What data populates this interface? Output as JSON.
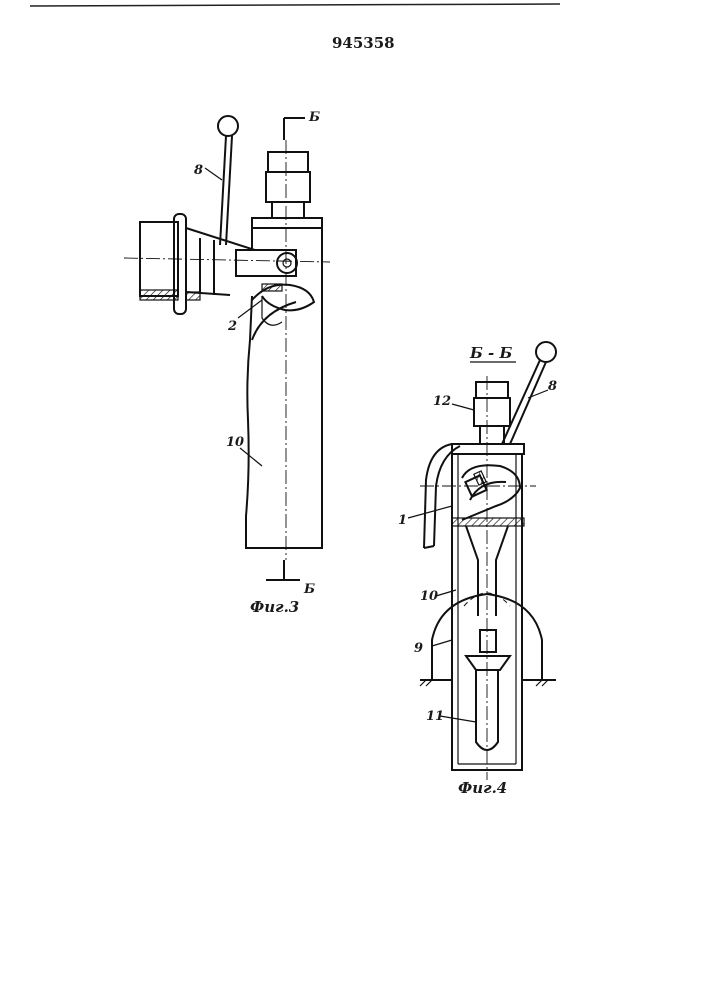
{
  "document": {
    "patent_number": "945358"
  },
  "figure3": {
    "caption": "Фиг.3",
    "section_mark_top": "Б",
    "section_mark_bottom": "Б",
    "labels": {
      "lever": "8",
      "part2": "2",
      "tube": "10"
    }
  },
  "figure4": {
    "caption": "Фиг.4",
    "section_title": "Б - Б",
    "labels": {
      "cap": "12",
      "lever": "8",
      "part1": "1",
      "tube": "10",
      "support": "9",
      "rod": "11"
    }
  }
}
